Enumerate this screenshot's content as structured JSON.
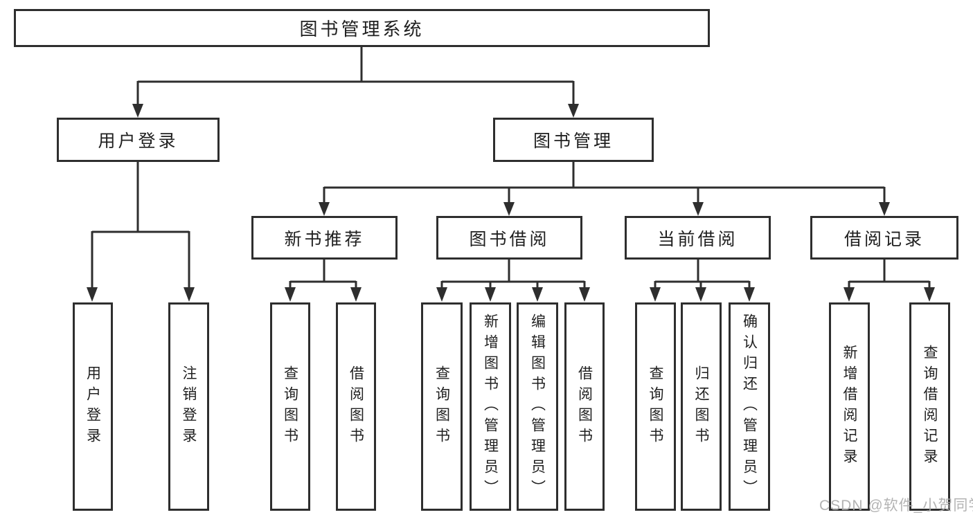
{
  "diagram_title": "图书管理系统",
  "watermark": {
    "text": "CSDN @软件_小贺同学"
  },
  "tree": {
    "label": "图书管理系统",
    "children": [
      {
        "label": "用户登录",
        "children": [
          {
            "label": "用户登录"
          },
          {
            "label": "注销登录"
          }
        ]
      },
      {
        "label": "图书管理",
        "children": [
          {
            "label": "新书推荐",
            "children": [
              {
                "label": "查询图书"
              },
              {
                "label": "借阅图书"
              }
            ]
          },
          {
            "label": "图书借阅",
            "children": [
              {
                "label": "查询图书"
              },
              {
                "label": "新增图书（管理员）"
              },
              {
                "label": "编辑图书（管理员）"
              },
              {
                "label": "借阅图书"
              }
            ]
          },
          {
            "label": "当前借阅",
            "children": [
              {
                "label": "查询图书"
              },
              {
                "label": "归还图书"
              },
              {
                "label": "确认归还（管理员）"
              }
            ]
          },
          {
            "label": "借阅记录",
            "children": [
              {
                "label": "新增借阅记录"
              },
              {
                "label": "查询借阅记录"
              }
            ]
          }
        ]
      }
    ]
  }
}
